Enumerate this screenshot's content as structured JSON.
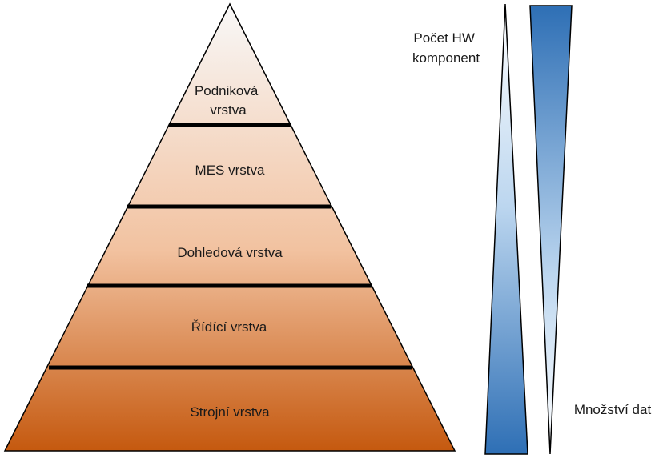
{
  "pyramid": {
    "layers": [
      {
        "id": "podnikova",
        "lines": [
          "Podniková",
          "vrstva"
        ]
      },
      {
        "id": "mes",
        "lines": [
          "MES vrstva"
        ]
      },
      {
        "id": "dohledova",
        "lines": [
          "Dohledová vrstva"
        ]
      },
      {
        "id": "ridici",
        "lines": [
          "Řídící vrstva"
        ]
      },
      {
        "id": "strojni",
        "lines": [
          "Strojní vrstva"
        ]
      }
    ]
  },
  "indicators": {
    "hw_components": {
      "lines": [
        "Počet HW",
        "komponent"
      ]
    },
    "data_volume": {
      "lines": [
        "Množství dat"
      ]
    }
  },
  "colors": {
    "pyramid_top": "#f8f8f8",
    "pyramid_bottom": "#c5590f",
    "indicator_light": "#ffffff",
    "indicator_dark": "#2e6fb5",
    "separator": "#000000"
  }
}
